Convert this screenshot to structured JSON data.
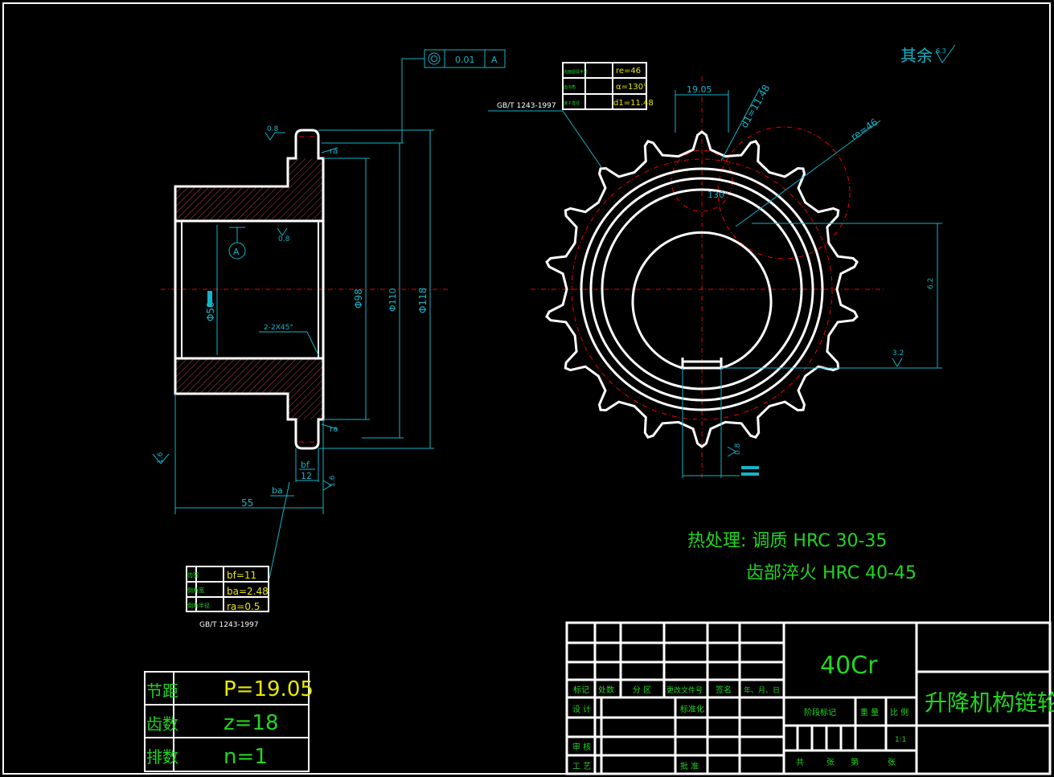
{
  "roughness_note": {
    "label": "其余",
    "value": "6.3"
  },
  "heat_treatment": {
    "line1": "热处理: 调质 HRC 30-35",
    "line2": "齿部淬火 HRC 40-45"
  },
  "material": "40Cr",
  "part_name": "升降机构链轮",
  "datum": {
    "symbol": "A",
    "tolerance": "0.01"
  },
  "dims": {
    "d50": "Φ50",
    "d98": "Φ98",
    "d110": "Φ110",
    "d118": "Φ118",
    "len55": "55",
    "w12": "12",
    "bf": "bf",
    "ba": "ba",
    "ra": "ra",
    "chamfer": "2-2X45°",
    "pitch_dim": "19.05",
    "angle": "130°",
    "d1": "d1=11.48",
    "re": "re=46",
    "r16": "1.6",
    "r08": "0.8",
    "r32": "3.2",
    "keyway": "6.2"
  },
  "standard": "GB/T 1243-1997",
  "side_table": {
    "rows": [
      {
        "name": "齿宽",
        "value": "bf=11"
      },
      {
        "name": "倒角宽",
        "value": "ba=2.48"
      },
      {
        "name": "倒角半径",
        "value": "ra=0.5"
      }
    ]
  },
  "front_table": {
    "rows": [
      {
        "name": "齿面圆弧半径",
        "value": "re=46"
      },
      {
        "name": "齿沟角",
        "value": "α=130°"
      },
      {
        "name": "滚子直径",
        "value": "d1=11.48"
      }
    ]
  },
  "params": {
    "rows": [
      {
        "label": "节距",
        "value": "P=19.05"
      },
      {
        "label": "齿数",
        "value": "z=18"
      },
      {
        "label": "排数",
        "value": "n=1"
      }
    ]
  },
  "title_block": {
    "headers": [
      "标记",
      "处数",
      "分 区",
      "更改文件号",
      "签名",
      "年、月、日"
    ],
    "design": "设 计",
    "standardize": "标准化",
    "review": "审 核",
    "process": "工 艺",
    "approve": "批 准",
    "stage_mark": "阶段标记",
    "weight": "重 量",
    "scale_label": "比 例",
    "scale_value": "1:1",
    "sheet_total": "共",
    "sheet_unit1": "张",
    "sheet_no": "第",
    "sheet_unit2": "张"
  }
}
